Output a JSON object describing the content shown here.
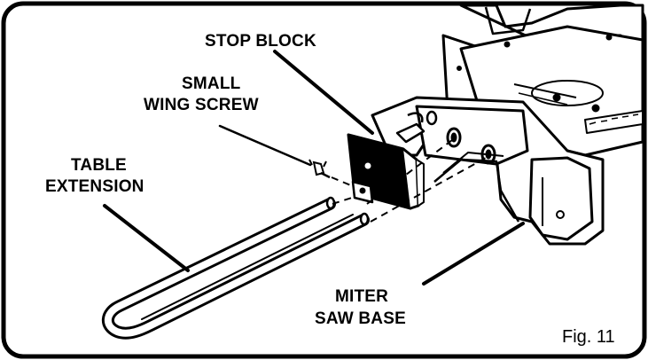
{
  "figure": {
    "caption": "Fig. 11",
    "labels": {
      "stop_block": "STOP BLOCK",
      "small_wing_screw": [
        "SMALL",
        "WING SCREW"
      ],
      "table_extension": [
        "TABLE",
        "EXTENSION"
      ],
      "miter_saw_base": [
        "MITER",
        "SAW BASE"
      ]
    }
  },
  "colors": {
    "ink": "#000000",
    "paper": "#ffffff"
  }
}
